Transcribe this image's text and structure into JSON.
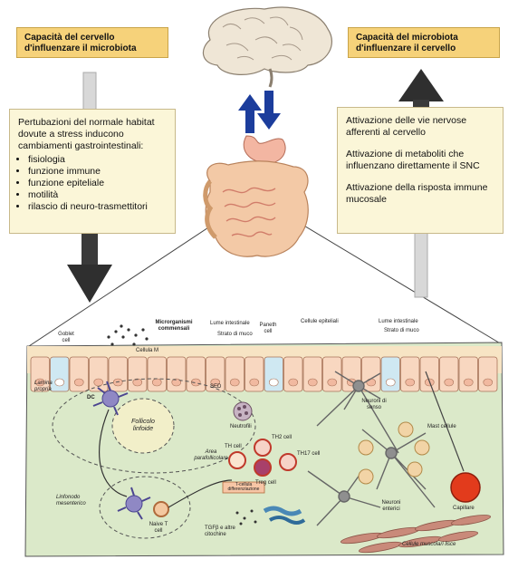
{
  "left_panel": {
    "title": "Capacità del cervello d'influenzare il microbiota",
    "intro": "Pertubazioni del normale habitat dovute a stress inducono cambiamenti gastrointestinali:",
    "items": [
      "fisiologia",
      "funzione immune",
      "funzione epiteliale",
      "motilità",
      "rilascio di neuro-trasmettitori"
    ]
  },
  "right_panel": {
    "title": "Capacità del microbiota d'influenzare il cervello",
    "paragraphs": [
      "Attivazione delle vie nervose afferenti al cervello",
      "Attivazione di metaboliti che influenzano direttamente il SNC",
      "Attivazione della risposta immune mucosale"
    ]
  },
  "labels": {
    "goblet": "Goblet cell",
    "microorganisms": "Microrganismi commensali",
    "m_cell": "Cellula M",
    "lumen_1": "Lume intestinale",
    "mucus_1": "Strato di muco",
    "paneth": "Paneth cell",
    "epithelial": "Cellule epiteliali",
    "lumen_2": "Lume intestinale",
    "mucus_2": "Strato di muco",
    "lamina": "Lamina propria",
    "dc": "DC",
    "sed": "SED",
    "follicle": "Follicolo linfoide",
    "parafollicular": "Area parafollicolare",
    "neutrophil": "Neutrofili",
    "t_cell": "TH cell",
    "th2": "TH2 cell",
    "th17": "TH17 cell",
    "treg": "Treg cell",
    "differentiation": "T-cellula differenziazione",
    "lymph_node": "Linfonodo mesenterico",
    "naive": "Naive T cell",
    "tgf": "TGFβ e altre citochine",
    "sensory_neurons": "Neuroni di senso",
    "mast_cells": "Mast cellule",
    "enteric_neurons": "Neuroni enterici",
    "capillary": "Capillare",
    "smooth_muscle": "Cellule muscolari lisce"
  },
  "colors": {
    "title_fill": "#f6d27a",
    "panel_fill": "#fbf6d8",
    "arrow_dark": "#333333",
    "arrow_light": "#d0d0d0",
    "brain_arrows": "#1c3d9c",
    "tissue_fill": "#dbe9c9",
    "mucosa_fill": "#f7e4c4",
    "capillary": "#e23b1c"
  }
}
